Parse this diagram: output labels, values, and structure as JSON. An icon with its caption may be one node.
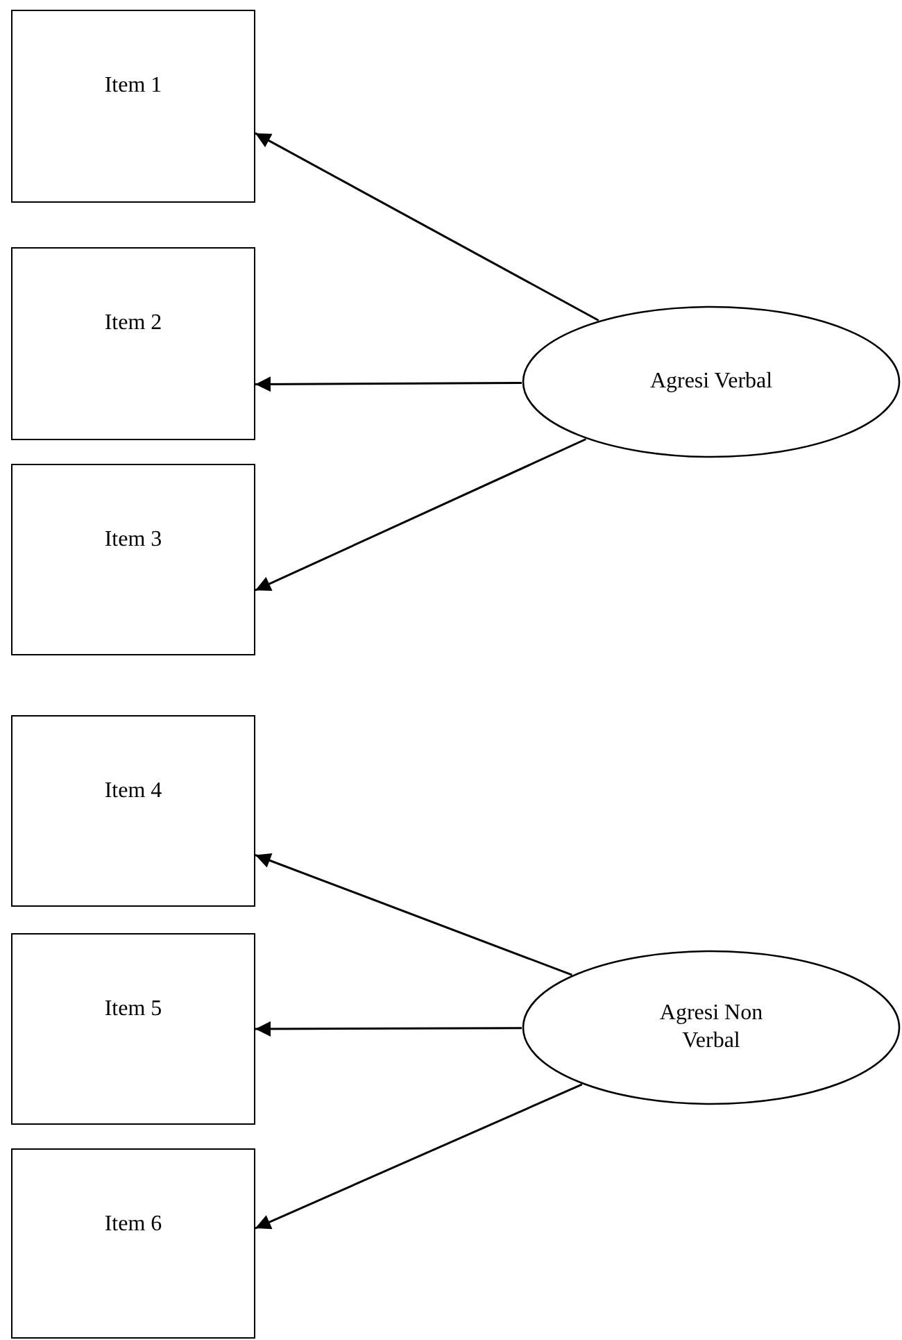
{
  "diagram": {
    "nodes": [
      {
        "text": [
          "Item 1"
        ]
      },
      {
        "text": [
          "Item 2"
        ]
      },
      {
        "text": [
          "Item 3"
        ]
      },
      {
        "text": [
          "Item 4"
        ]
      },
      {
        "text": [
          "Item 5"
        ]
      },
      {
        "text": [
          "Item 6"
        ]
      },
      {
        "text": [
          "Agresi Verbal"
        ]
      },
      {
        "text": [
          "Agresi Non Verbal"
        ]
      }
    ],
    "edges": [
      {
        "from": 6,
        "to": 0,
        "arrow": "to"
      },
      {
        "from": 6,
        "to": 1,
        "arrow": "to"
      },
      {
        "from": 6,
        "to": 2,
        "arrow": "to"
      },
      {
        "from": 7,
        "to": 3,
        "arrow": "to"
      },
      {
        "from": 7,
        "to": 4,
        "arrow": "to"
      },
      {
        "from": 7,
        "to": 5,
        "arrow": "to"
      }
    ]
  }
}
